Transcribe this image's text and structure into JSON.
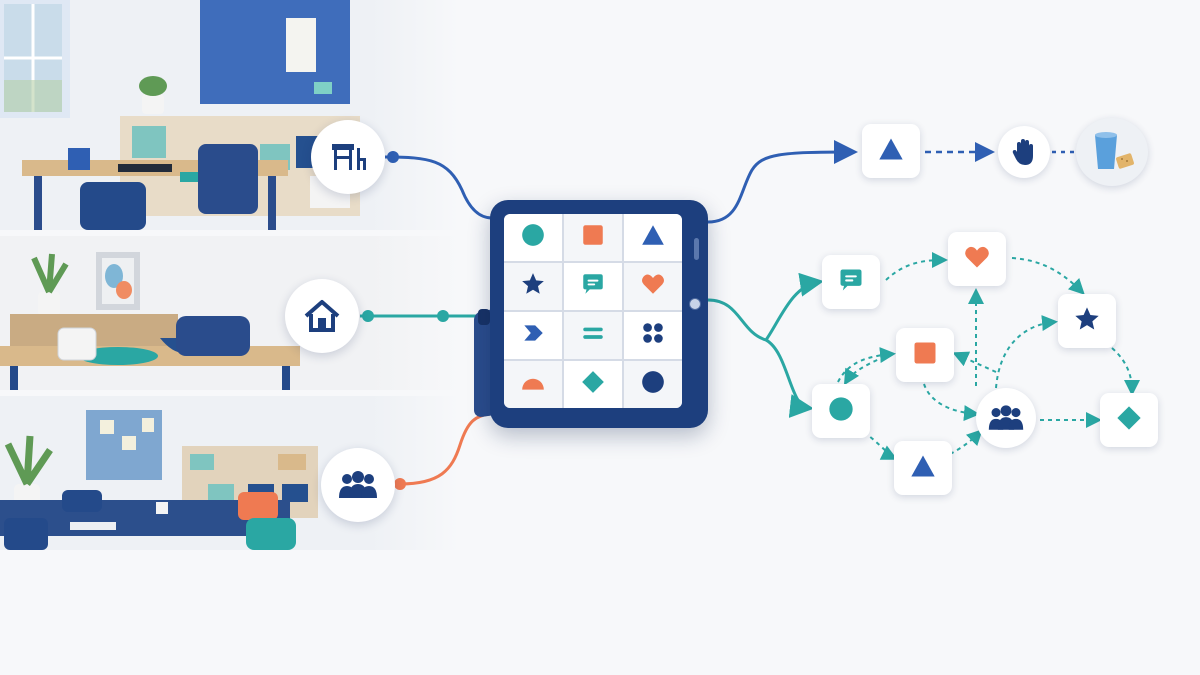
{
  "colors": {
    "navy": "#1d3f7e",
    "blue": "#2f5fb3",
    "teal": "#2aa7a3",
    "coral": "#ef7a52",
    "background": "#f7f8fa"
  },
  "contexts": [
    {
      "scene": "classroom",
      "icon": "desk-icon",
      "connector_color": "#2f5fb3"
    },
    {
      "scene": "home",
      "icon": "house-icon",
      "connector_color": "#2aa7a3"
    },
    {
      "scene": "group-room",
      "icon": "people-icon",
      "connector_color": "#ef7a52"
    }
  ],
  "device": {
    "grid_symbols": [
      {
        "shape": "circle",
        "color": "#2aa7a3"
      },
      {
        "shape": "square",
        "color": "#ef7a52"
      },
      {
        "shape": "triangle",
        "color": "#2f5fb3"
      },
      {
        "shape": "star",
        "color": "#1d3f7e"
      },
      {
        "shape": "speech-bubble",
        "color": "#2aa7a3"
      },
      {
        "shape": "heart",
        "color": "#ef7a52"
      },
      {
        "shape": "chevron",
        "color": "#2f5fb3"
      },
      {
        "shape": "equals",
        "color": "#2aa7a3"
      },
      {
        "shape": "four-dots",
        "color": "#1d3f7e"
      },
      {
        "shape": "half-circle",
        "color": "#ef7a52"
      },
      {
        "shape": "diamond",
        "color": "#2aa7a3"
      },
      {
        "shape": "circle",
        "color": "#1d3f7e"
      }
    ]
  },
  "sequence": [
    {
      "icon": "triangle-icon",
      "color": "#2f5fb3"
    },
    {
      "icon": "hand-icon",
      "color": "#1d3f7e"
    },
    {
      "icon": "cup-and-cracker-icon",
      "color": "#5aa0dc"
    }
  ],
  "network": {
    "center_icon": "people-icon",
    "nodes": [
      {
        "id": "speech",
        "shape": "speech-bubble",
        "color": "#2aa7a3"
      },
      {
        "id": "heart",
        "shape": "heart",
        "color": "#ef7a52"
      },
      {
        "id": "star",
        "shape": "star",
        "color": "#1d3f7e"
      },
      {
        "id": "square",
        "shape": "square",
        "color": "#ef7a52"
      },
      {
        "id": "circle",
        "shape": "circle",
        "color": "#2aa7a3"
      },
      {
        "id": "triangle",
        "shape": "triangle",
        "color": "#2f5fb3"
      },
      {
        "id": "diamond",
        "shape": "diamond",
        "color": "#2aa7a3"
      }
    ]
  }
}
